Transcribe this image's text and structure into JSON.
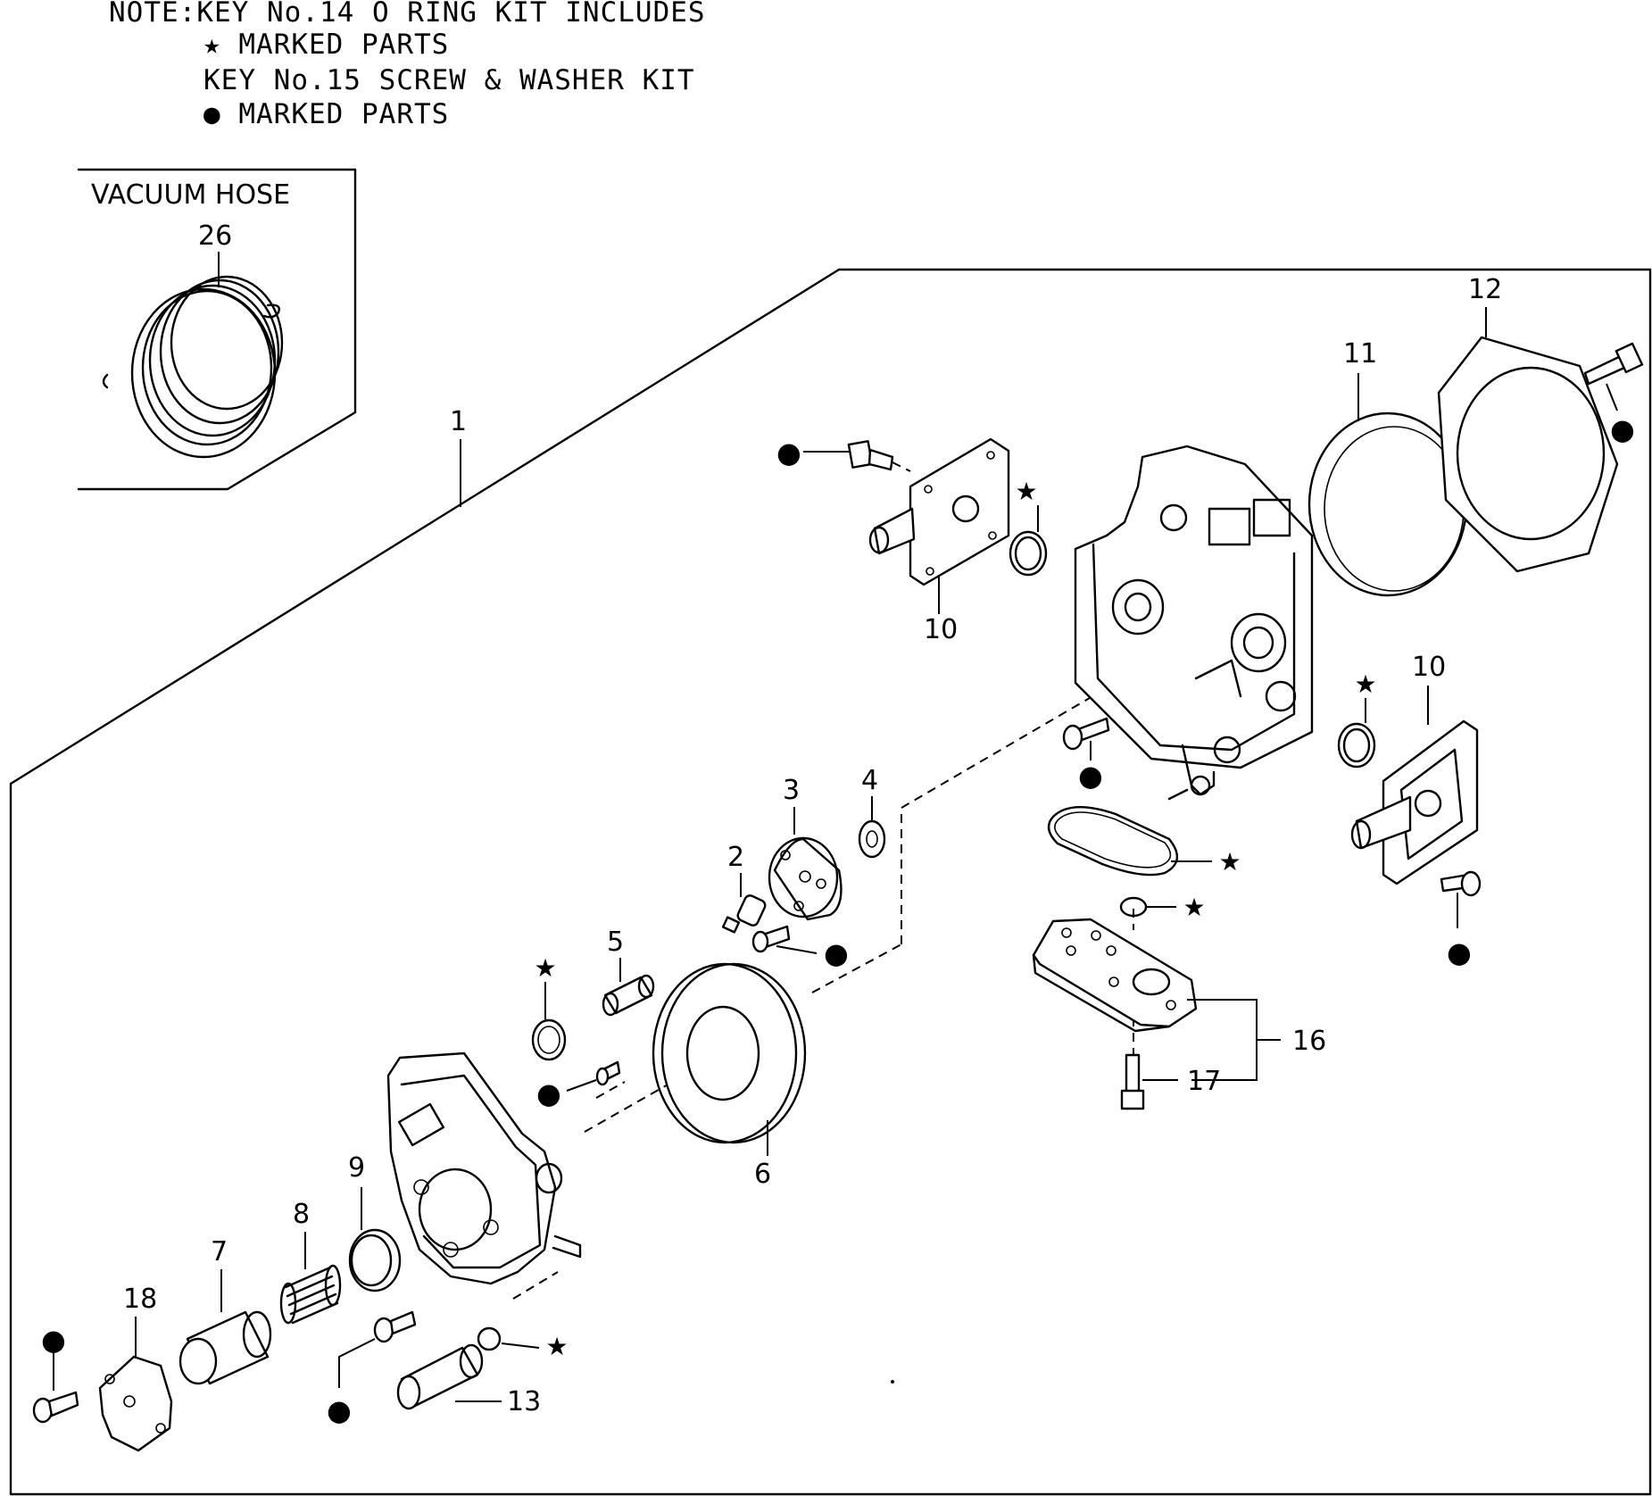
{
  "note": {
    "line1": "NOTE:KEY No.14 O RING KIT INCLUDES",
    "line2_symbol": "★",
    "line2": "MARKED PARTS",
    "line3": "KEY No.15 SCREW & WASHER KIT",
    "line4_symbol": "●",
    "line4": "MARKED PARTS"
  },
  "inset": {
    "title": "VACUUM HOSE",
    "part": "26"
  },
  "callouts": {
    "p1": "1",
    "p2": "2",
    "p3": "3",
    "p4": "4",
    "p5": "5",
    "p6": "6",
    "p7": "7",
    "p8": "8",
    "p9": "9",
    "p10a": "10",
    "p10b": "10",
    "p11": "11",
    "p12": "12",
    "p13": "13",
    "p16": "16",
    "p17": "17",
    "p18": "18"
  },
  "symbols": {
    "star": "★",
    "dot": "●"
  }
}
